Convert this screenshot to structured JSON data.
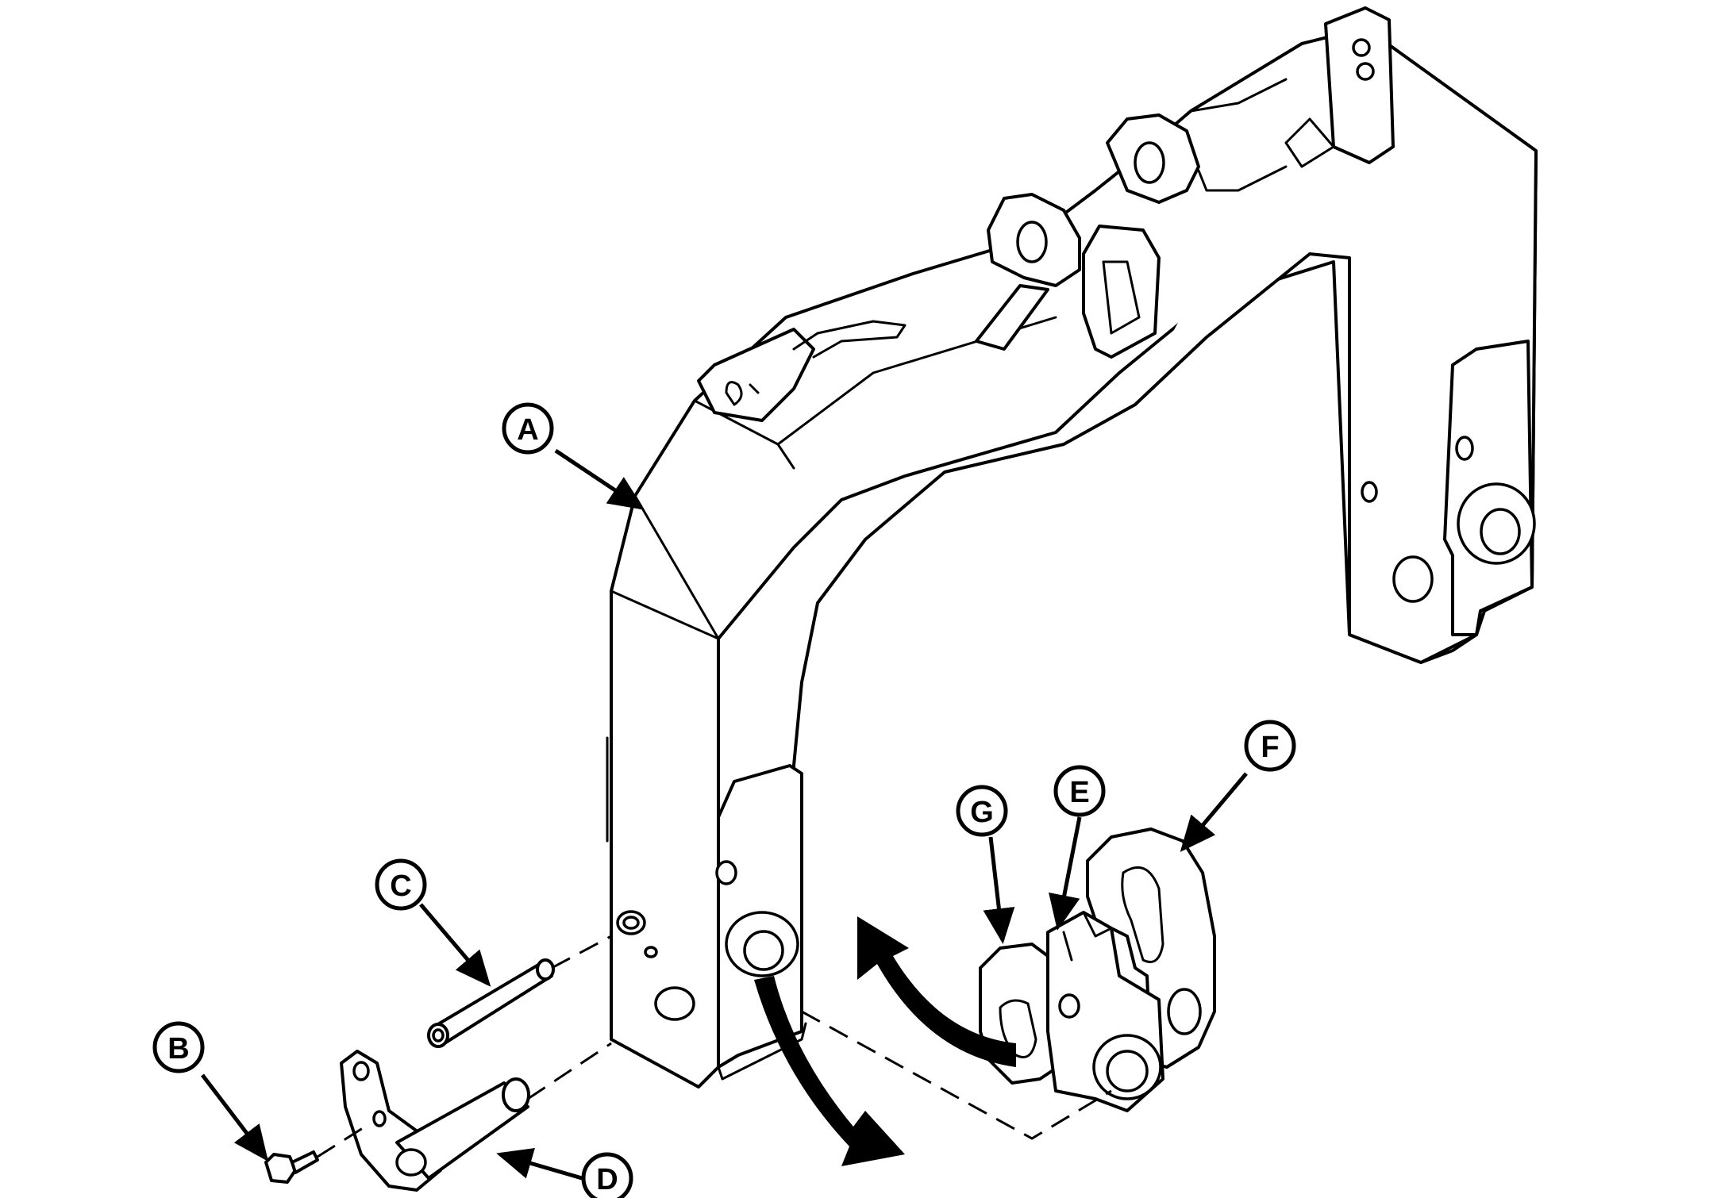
{
  "callouts": {
    "A": "A",
    "B": "B",
    "C": "C",
    "D": "D",
    "E": "E",
    "F": "F",
    "G": "G"
  },
  "colors": {
    "ink": "#000000",
    "paper": "#ffffff"
  }
}
